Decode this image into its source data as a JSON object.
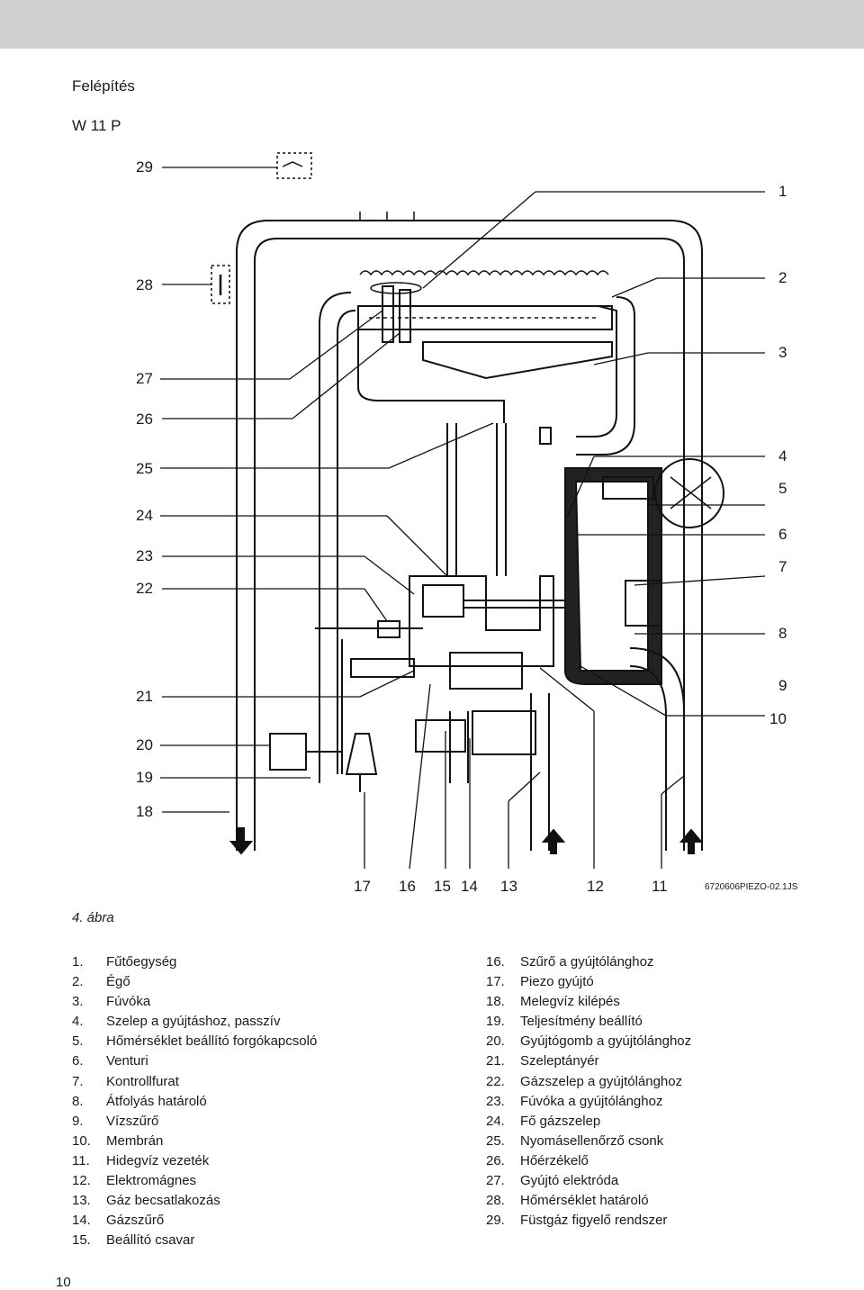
{
  "page": {
    "heading": "Felépítés",
    "model": "W 11 P",
    "figure_caption": "4. ábra",
    "figure_id": "6720606PIEZO-02.1JS",
    "page_number": "10"
  },
  "callouts": {
    "left": [
      "29",
      "28",
      "27",
      "26",
      "25",
      "24",
      "23",
      "22",
      "21",
      "20",
      "19",
      "18"
    ],
    "right": [
      "1",
      "2",
      "3",
      "4",
      "5",
      "6",
      "7",
      "8",
      "9",
      "10"
    ],
    "bottom": [
      "17",
      "16",
      "15",
      "14",
      "13",
      "12",
      "11"
    ]
  },
  "legend_left": [
    {
      "num": "1.",
      "label": "Fűtőegység"
    },
    {
      "num": "2.",
      "label": "Égő"
    },
    {
      "num": "3.",
      "label": "Fúvóka"
    },
    {
      "num": "4.",
      "label": "Szelep a gyújtáshoz, passzív"
    },
    {
      "num": "5.",
      "label": "Hőmérséklet beállító forgókapcsoló"
    },
    {
      "num": "6.",
      "label": "Venturi"
    },
    {
      "num": "7.",
      "label": "Kontrollfurat"
    },
    {
      "num": "8.",
      "label": "Átfolyás határoló"
    },
    {
      "num": "9.",
      "label": "Vízszűrő"
    },
    {
      "num": "10.",
      "label": "Membrán"
    },
    {
      "num": "11.",
      "label": "Hidegvíz vezeték"
    },
    {
      "num": "12.",
      "label": "Elektromágnes"
    },
    {
      "num": "13.",
      "label": "Gáz becsatlakozás"
    },
    {
      "num": "14.",
      "label": "Gázszűrő"
    },
    {
      "num": "15.",
      "label": "Beállító csavar"
    }
  ],
  "legend_right": [
    {
      "num": "16.",
      "label": "Szűrő a gyújtólánghoz"
    },
    {
      "num": "17.",
      "label": "Piezo gyújtó"
    },
    {
      "num": "18.",
      "label": "Melegvíz kilépés"
    },
    {
      "num": "19.",
      "label": "Teljesítmény beállító"
    },
    {
      "num": "20.",
      "label": "Gyújtógomb a gyújtólánghoz"
    },
    {
      "num": "21.",
      "label": "Szeleptányér"
    },
    {
      "num": "22.",
      "label": "Gázszelep a gyújtólánghoz"
    },
    {
      "num": "23.",
      "label": "Fúvóka a gyújtólánghoz"
    },
    {
      "num": "24.",
      "label": "Fő gázszelep"
    },
    {
      "num": "25.",
      "label": "Nyomásellenőrző csonk"
    },
    {
      "num": "26.",
      "label": "Hőérzékelő"
    },
    {
      "num": "27.",
      "label": "Gyújtó elektróda"
    },
    {
      "num": "28.",
      "label": "Hőmérséklet határoló"
    },
    {
      "num": "29.",
      "label": "Füstgáz figyelő rendszer"
    }
  ]
}
